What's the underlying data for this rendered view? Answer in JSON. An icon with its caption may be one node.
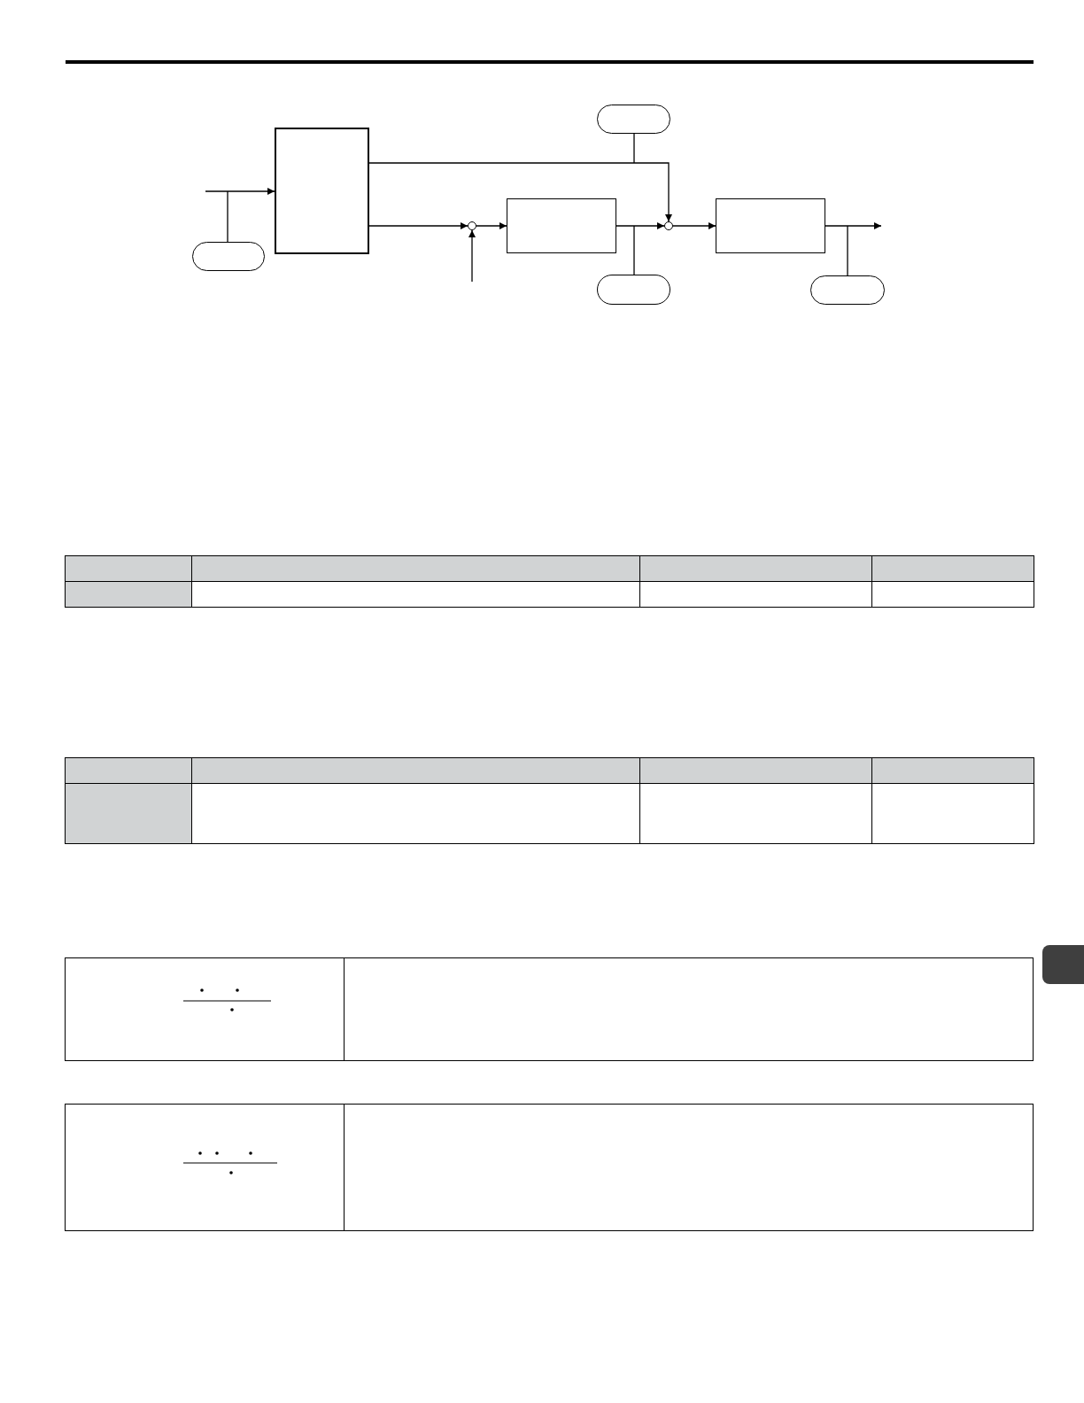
{
  "diagram": {
    "nodes": [
      {
        "text": [],
        "shape": "box"
      },
      {
        "text": [],
        "shape": "pill"
      },
      {
        "text": [],
        "shape": "pill"
      },
      {
        "text": [],
        "shape": "circle"
      },
      {
        "text": [],
        "shape": "box"
      },
      {
        "text": [],
        "shape": "circle"
      },
      {
        "text": [],
        "shape": "box"
      },
      {
        "text": [],
        "shape": "pill"
      },
      {
        "text": [],
        "shape": "pill"
      }
    ],
    "edges": [
      {
        "from": null,
        "to": 0,
        "arrow": "to"
      },
      {
        "from": 1,
        "to": null,
        "arrow": "none"
      },
      {
        "from": 0,
        "to": 3,
        "arrow": "to"
      },
      {
        "from": 0,
        "to": 5,
        "arrow": "to"
      },
      {
        "from": 2,
        "to": null,
        "arrow": "none"
      },
      {
        "from": null,
        "to": 3,
        "arrow": "to"
      },
      {
        "from": 3,
        "to": 4,
        "arrow": "to"
      },
      {
        "from": 4,
        "to": 5,
        "arrow": "to"
      },
      {
        "from": 7,
        "to": null,
        "arrow": "none"
      },
      {
        "from": 5,
        "to": 6,
        "arrow": "to"
      },
      {
        "from": 6,
        "to": null,
        "arrow": "to"
      },
      {
        "from": 8,
        "to": null,
        "arrow": "none"
      }
    ]
  }
}
